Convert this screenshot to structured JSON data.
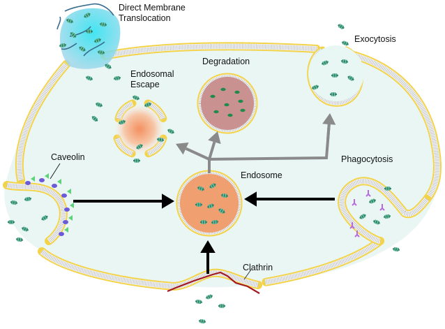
{
  "labels": {
    "direct_translocation_line1": "Direct Membrane",
    "direct_translocation_line2": "Translocation",
    "exocytosis": "Exocytosis",
    "degradation": "Degradation",
    "endosomal_escape_line1": "Endosomal",
    "endosomal_escape_line2": "Escape",
    "caveolin": "Caveolin",
    "endosome": "Endosome",
    "phagocytosis": "Phagocytosis",
    "clathrin": "Clathrin"
  },
  "colors": {
    "cytoplasm": "#e9f6f3",
    "lipid_head": "#f2d34a",
    "lipid_tail": "#b9bcc8",
    "particle": "#3e9e7c",
    "endosome_fill": "#f0a070",
    "degradation_fill": "#c99190",
    "degradation_dots": "#1f8a4a",
    "escape_glow": "#f5a070",
    "translocation_fill": "#7fd8ee",
    "translocation_line": "#3a6c8c",
    "caveolin_protein": "#6a5ad8",
    "caveolin_ligand": "#5ed27a",
    "phago_receptor": "#b76ae0",
    "clathrin": "#a31a22",
    "arrow_black": "#000000",
    "arrow_gray": "#8a8a8a"
  }
}
